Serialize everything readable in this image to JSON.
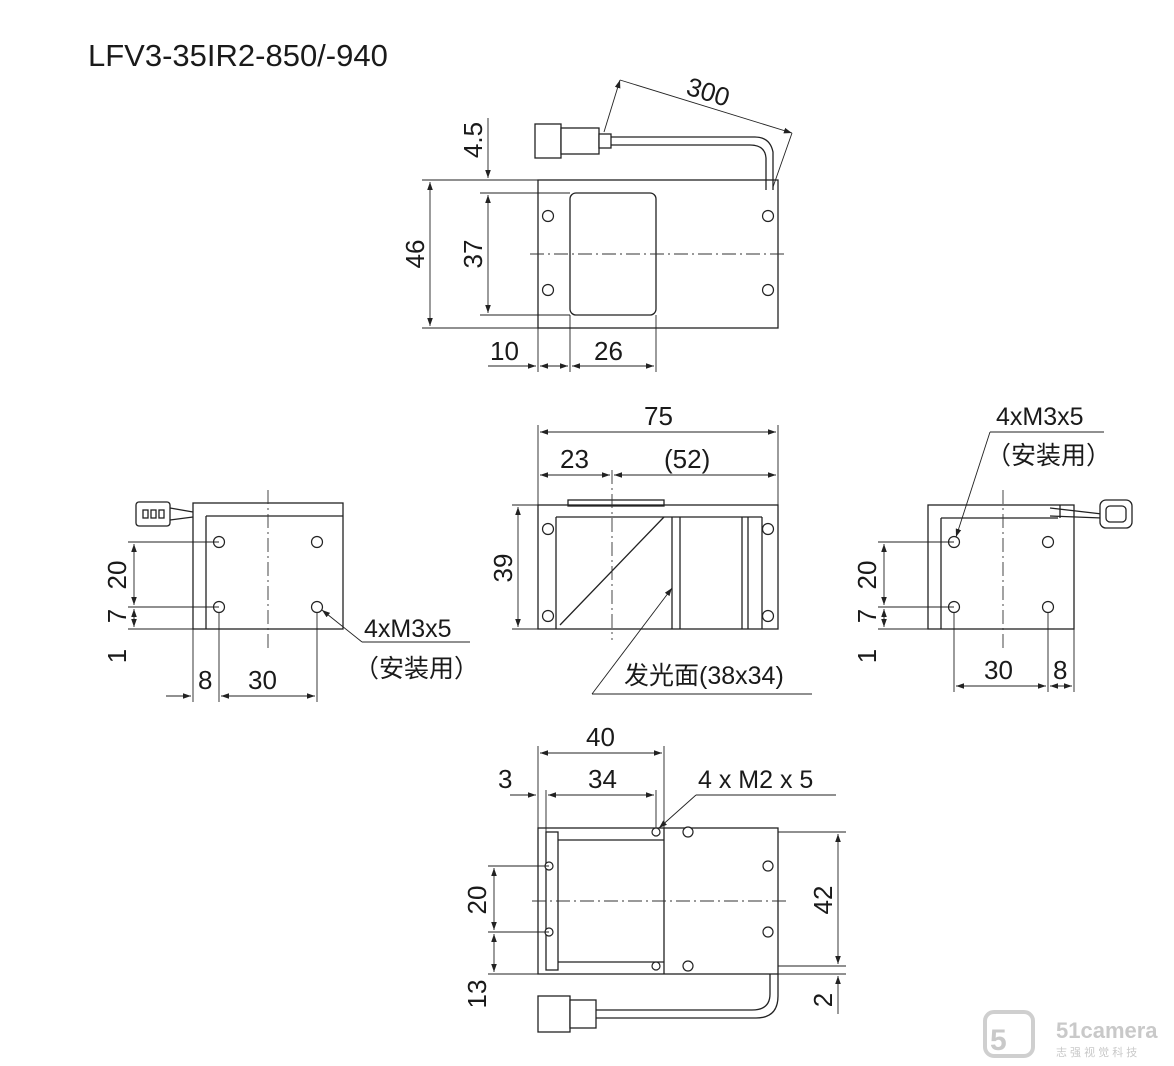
{
  "title": "LFV3-35IR2-850/-940",
  "top_view": {
    "cable_length": "300",
    "offset_top": "4.5",
    "height_total": "46",
    "height_inner": "37",
    "left_margin": "10",
    "window_width": "26"
  },
  "front_view": {
    "width_total": "75",
    "left_part": "23",
    "right_part": "(52)",
    "height": "39",
    "emitting_surface": "发光面(38x34)"
  },
  "left_view": {
    "hole_spacing_v": "20",
    "offset_7": "7",
    "offset_1": "1",
    "edge_8": "8",
    "hole_spacing_h": "30",
    "mount_holes": "4xM3x5",
    "mount_note": "（安装用）"
  },
  "right_view": {
    "mount_holes": "4xM3x5",
    "mount_note": "（安装用）",
    "hole_spacing_v": "20",
    "offset_7": "7",
    "offset_1": "1",
    "hole_spacing_h": "30",
    "edge_8": "8"
  },
  "bottom_view": {
    "width_total": "40",
    "edge_3": "3",
    "inner_34": "34",
    "screw_holes": "4 x M2 x 5",
    "hole_spacing_v": "20",
    "height_42": "42",
    "offset_13": "13",
    "offset_2": "2"
  },
  "watermark": {
    "brand": "51camera",
    "tagline": "志 强 视 觉 科 技"
  },
  "colors": {
    "line": "#222222",
    "background": "#ffffff",
    "watermark": "#c9c9c9"
  }
}
